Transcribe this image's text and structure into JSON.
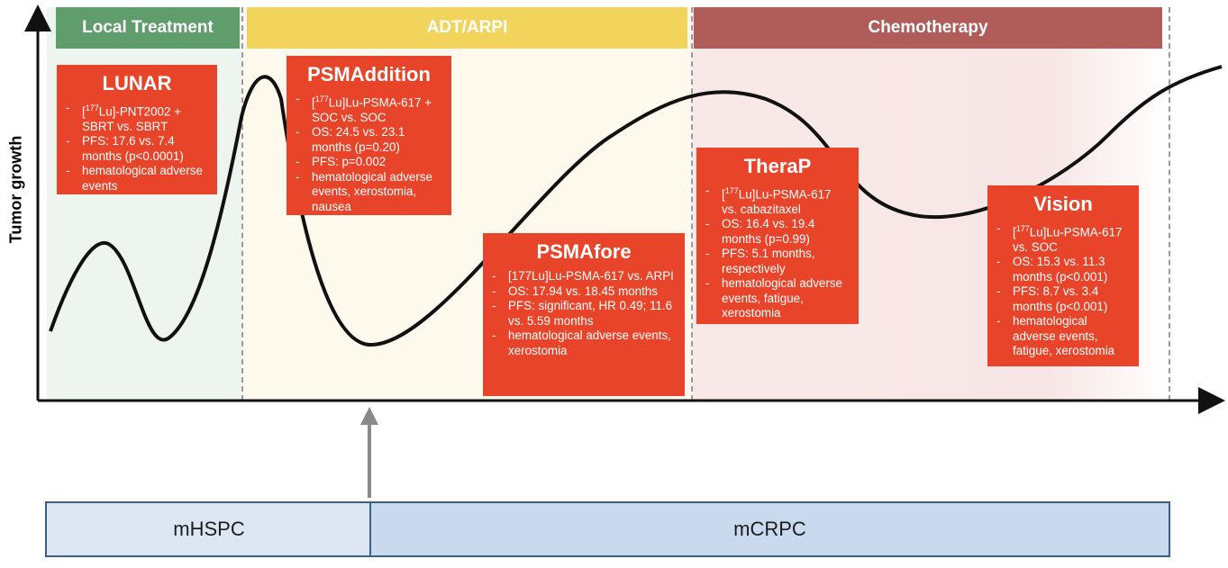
{
  "axis": {
    "y_label": "Tumor growth"
  },
  "phases": [
    {
      "id": "local",
      "label": "Local Treatment",
      "color": "#5f9d6d"
    },
    {
      "id": "adt",
      "label": "ADT/ARPI",
      "color": "#f2d35c"
    },
    {
      "id": "chemo",
      "label": "Chemotherapy",
      "color": "#b05d5a"
    }
  ],
  "stages": [
    {
      "label": "mHSPC",
      "color": "#dde7f3"
    },
    {
      "label": "mCRPC",
      "color": "#c9d9ee"
    }
  ],
  "trials": [
    {
      "title": "LUNAR",
      "items": [
        {
          "sup": "177",
          "text": "Lu]-PNT2002 + SBRT vs. SBRT"
        },
        {
          "text": "PFS: 17.6 vs. 7.4 months (p<0.0001)"
        },
        {
          "text": "hematological adverse events"
        }
      ]
    },
    {
      "title": "PSMAddition",
      "items": [
        {
          "sup": "177",
          "text": "Lu]Lu-PSMA-617 + SOC vs. SOC"
        },
        {
          "text": "OS: 24.5 vs. 23.1 months (p=0.20)"
        },
        {
          "text": "PFS: p=0.002"
        },
        {
          "text": "hematological adverse events, xerostomia, nausea"
        }
      ]
    },
    {
      "title": "PSMAfore",
      "items": [
        {
          "text": "[177Lu]Lu-PSMA-617 vs. ARPI"
        },
        {
          "text": "OS: 17.94 vs. 18.45 months"
        },
        {
          "text": "PFS: significant, HR 0.49; 11.6 vs. 5.59 months"
        },
        {
          "text": "hematological adverse events, xerostomia"
        }
      ]
    },
    {
      "title": "TheraP",
      "items": [
        {
          "sup": "177",
          "text": "Lu]Lu-PSMA-617 vs. cabazitaxel"
        },
        {
          "text": "OS: 16.4 vs. 19.4 months (p=0.99)"
        },
        {
          "text": "PFS: 5.1 months, respectively"
        },
        {
          "text": "hematological adverse events, fatigue, xerostomia"
        }
      ]
    },
    {
      "title": "Vision",
      "items": [
        {
          "sup": "177",
          "text": "Lu]Lu-PSMA-617 vs. SOC"
        },
        {
          "text": "OS: 15.3 vs. 11.3 months (p<0.001)"
        },
        {
          "text": "PFS: 8.7 vs. 3.4 months (p<0.001)"
        },
        {
          "text": "hematological adverse events, fatigue, xerostomia"
        }
      ]
    }
  ]
}
